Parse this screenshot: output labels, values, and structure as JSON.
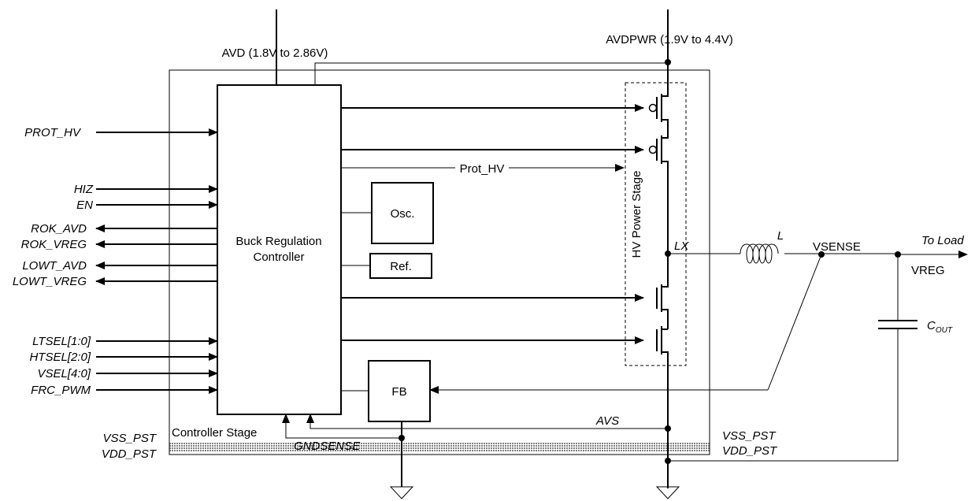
{
  "supplies": {
    "avd": "AVD (1.8V to 2.86V)",
    "avdpwr": "AVDPWR (1.9V to 4.4V)"
  },
  "blocks": {
    "controller": {
      "line1": "Buck Regulation",
      "line2": "Controller"
    },
    "osc": "Osc.",
    "ref": "Ref.",
    "fb": "FB",
    "power_stage": "HV Power Stage",
    "controller_stage": "Controller Stage"
  },
  "inputs": [
    "PROT_HV",
    "HIZ",
    "EN",
    "LTSEL[1:0]",
    "HTSEL[2:0]",
    "VSEL[4:0]",
    "FRC_PWM"
  ],
  "outputs": [
    "ROK_AVD",
    "ROK_VREG",
    "LOWT_AVD",
    "LOWT_VREG"
  ],
  "nets": {
    "prot_hv": "Prot_HV",
    "lx": "LX",
    "inductor": "L",
    "vsense": "VSENSE",
    "to_load": "To Load",
    "vreg": "VREG",
    "cout_main": "C",
    "cout_sub": "OUT",
    "avs": "AVS",
    "gndsense": "GNDSENSE",
    "vss_pst_left": "VSS_PST",
    "vdd_pst_left": "VDD_PST",
    "vss_pst_right": "VSS_PST",
    "vdd_pst_right": "VDD_PST"
  }
}
